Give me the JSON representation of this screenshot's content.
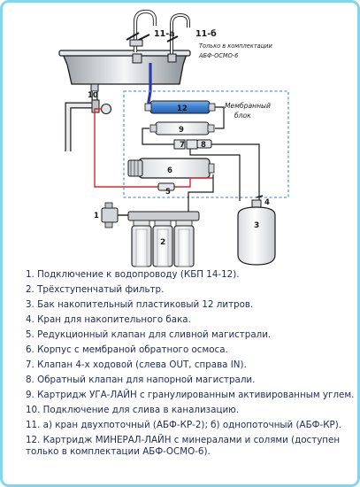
{
  "labels": {
    "faucet_a": "11-а",
    "faucet_b": "11-б",
    "faucet_b_note_line1": "Только в комплектации",
    "faucet_b_note_line2": "АБФ-ОСМО-6",
    "membrane_block_line1": "Мембранный",
    "membrane_block_line2": "блок",
    "n1": "1",
    "n2": "2",
    "n3": "3",
    "n4": "4",
    "n5": "5",
    "n6": "6",
    "n7": "7",
    "n8": "8",
    "n9": "9",
    "n10": "10",
    "n12": "12"
  },
  "legend": [
    "1. Подключение к водопроводу (КБП 14-12).",
    "2. Трёхступенчатый фильтр.",
    "3. Бак накопительный пластиковый 12 литров.",
    "4. Кран для накопительного бака.",
    "5. Редукционный клапан для сливной магистрали.",
    "6. Корпус с мембраной обратного осмоса.",
    "7. Клапан 4-х ходовой (слева OUT, справа IN).",
    "8. Обратный клапан для напорной магистрали.",
    "9. Картридж УГА-ЛАЙН с гранулированным активированным углем.",
    "10. Подключение для слива в канализацию.",
    "11. а) кран двухпоточный (АБФ-КР-2); б) однопоточный (АБФ-КР).",
    "12. Картридж МИНЕРАЛ-ЛАЙН с минералами и солями (доступен только в комплектации АБФ-ОСМО-6)."
  ],
  "colors": {
    "border": "#7fd6ee",
    "text": "#1e2a55",
    "line": "#1a1a1a",
    "red_tube": "#d42a2a",
    "blue_tube": "#2a3aa8",
    "membrane_box": "#5a9ad6",
    "cartridge_12": "#3d7fd0"
  }
}
